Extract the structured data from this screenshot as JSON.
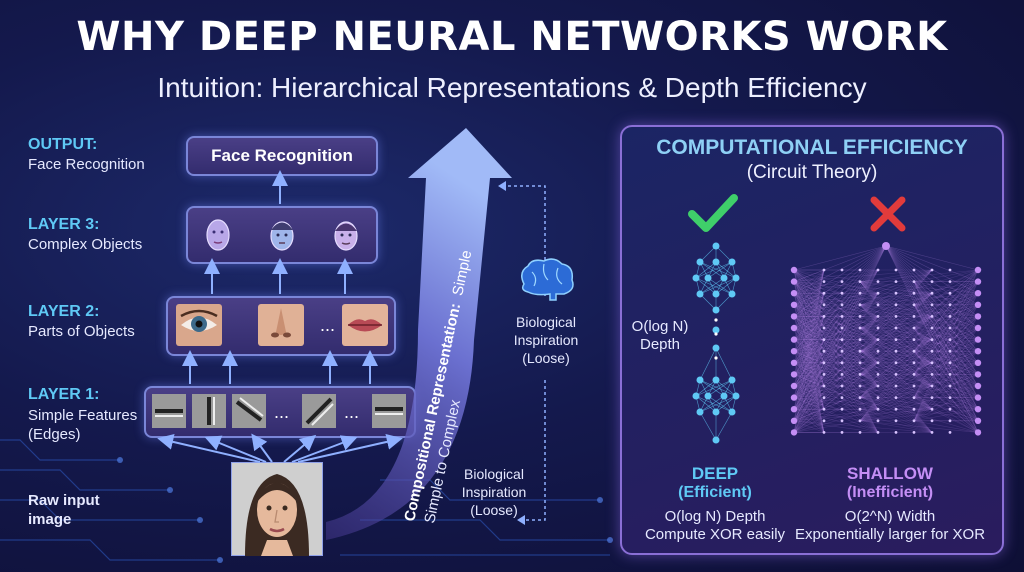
{
  "header": {
    "title": "WHY DEEP NEURAL NETWORKS WORK",
    "subtitle": "Intuition: Hierarchical Representations & Depth Efficiency"
  },
  "hierarchy": {
    "output": {
      "label": "OUTPUT:",
      "desc": "Face Recognition",
      "box_text": "Face Recognition"
    },
    "layer3": {
      "label": "LAYER 3:",
      "desc": "Complex Objects"
    },
    "layer2": {
      "label": "LAYER 2:",
      "desc": "Parts of Objects",
      "ellipsis": "..."
    },
    "layer1": {
      "label": "LAYER 1:",
      "desc_line1": "Simple Features",
      "desc_line2": "(Edges)",
      "ellipsis": "..."
    },
    "input": {
      "line1": "Raw input",
      "line2": "image"
    }
  },
  "arrow": {
    "label_bold": "Compositional Representation:",
    "label_tail": "Simple",
    "label_line2": "Simple to Complex"
  },
  "biological_top": {
    "line1": "Biological",
    "line2": "Inspiration",
    "line3": "(Loose)"
  },
  "biological_bottom": {
    "line1": "Biological",
    "line2": "Inspiration",
    "line3": "(Loose)"
  },
  "efficiency": {
    "title": "COMPUTATIONAL EFFICIENCY",
    "subtitle": "(Circuit Theory)",
    "deep": {
      "side_line1": "O(log N)",
      "side_line2": "Depth",
      "name": "DEEP",
      "quality": "(Efficient)",
      "line1": "O(log N) Depth",
      "line2": "Compute XOR easily",
      "color": "#5fc9f5"
    },
    "shallow": {
      "name": "SHALLOW",
      "quality": "(Inefficient)",
      "line1": "O(2^N) Width",
      "line2": "Exponentially larger for XOR",
      "color": "#c48ef5"
    },
    "check_color": "#3fcf6a",
    "cross_color": "#e23b3b"
  },
  "colors": {
    "accent": "#5fc9f5",
    "panel_border": "#8a6fd6"
  }
}
